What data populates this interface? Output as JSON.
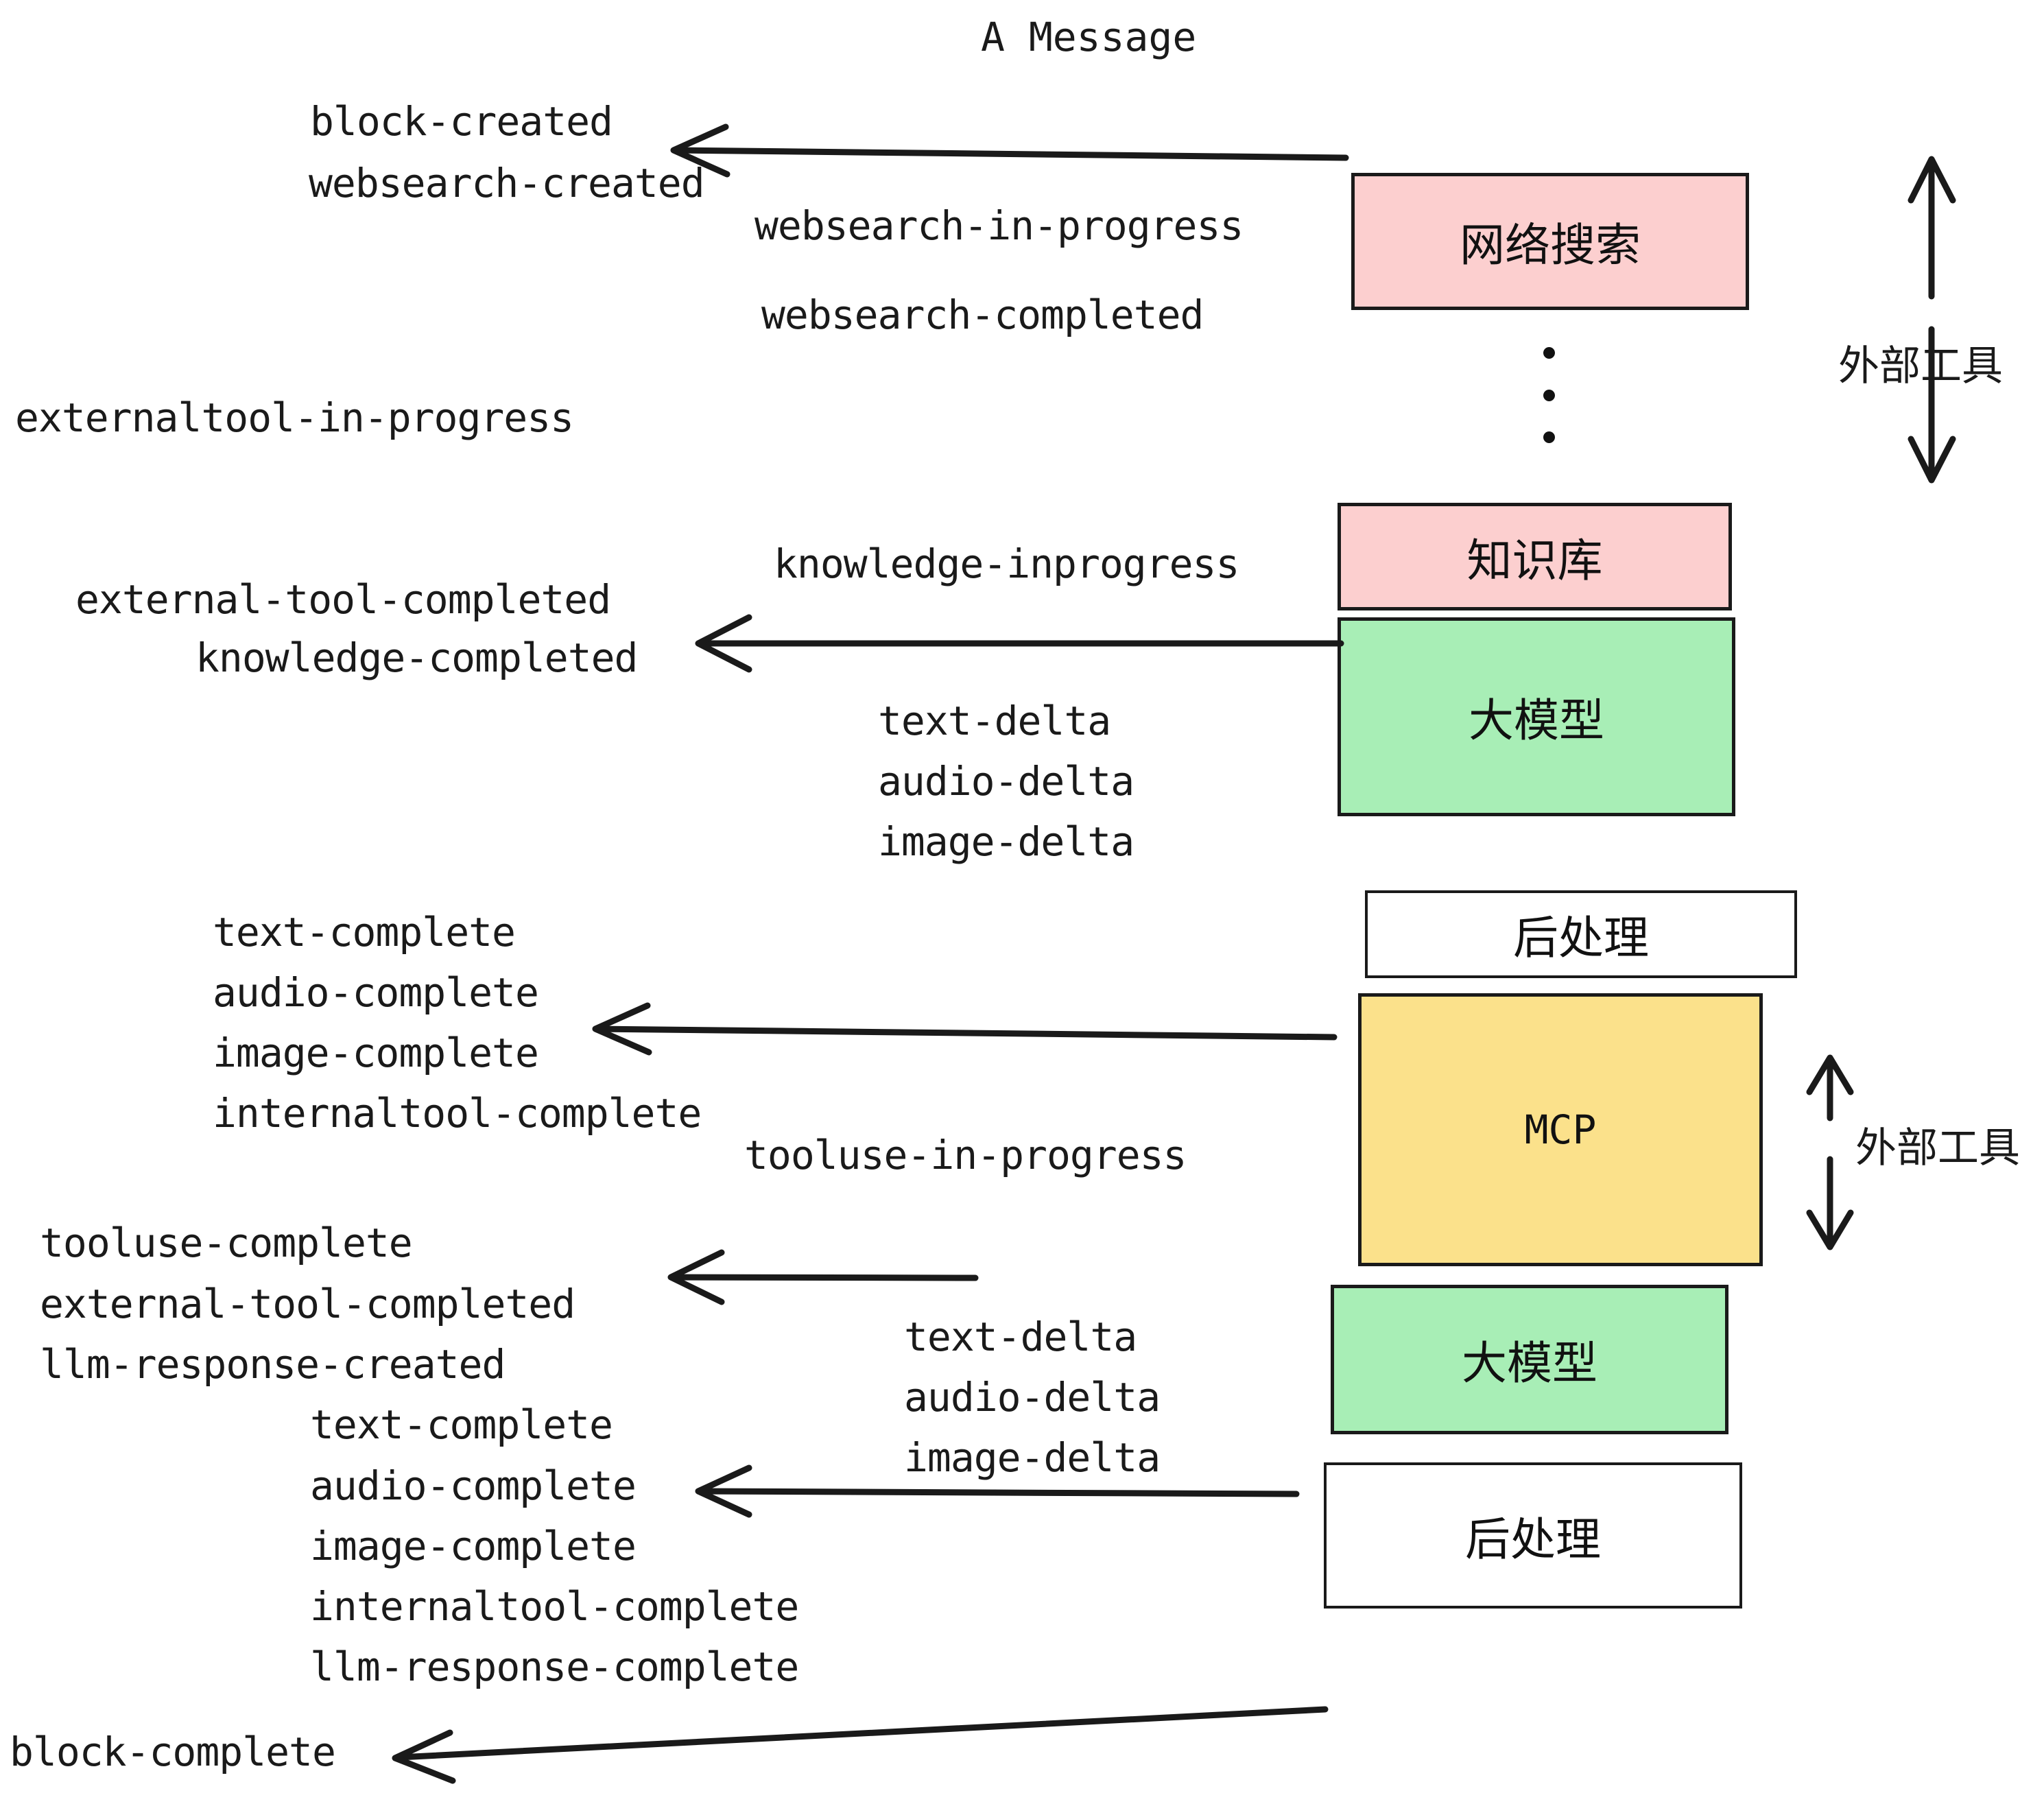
{
  "diagram": {
    "title": "A Message",
    "colors": {
      "websearch_fill": "#fccfcf",
      "knowledge_fill": "#fccfcf",
      "llm_fill": "#a8eeb6",
      "mcp_fill": "#fbe18b",
      "postprocess_fill": "#ffffff",
      "stroke": "#1a1a1a",
      "text": "#1a1a1a",
      "background": "#ffffff"
    },
    "nodes": [
      {
        "id": "websearch",
        "label": "网络搜索",
        "fill": "#fccfcf"
      },
      {
        "id": "knowledge",
        "label": "知识库",
        "fill": "#fccfcf"
      },
      {
        "id": "llm-first",
        "label": "大模型",
        "fill": "#a8eeb6"
      },
      {
        "id": "postprocess-first",
        "label": "后处理",
        "fill": "#ffffff"
      },
      {
        "id": "mcp",
        "label": "MCP",
        "fill": "#fbe18b"
      },
      {
        "id": "llm-second",
        "label": "大模型",
        "fill": "#a8eeb6"
      },
      {
        "id": "postprocess-second",
        "label": "后处理",
        "fill": "#ffffff"
      }
    ],
    "side_labels": [
      {
        "id": "external-tools-top",
        "label": "外部工具"
      },
      {
        "id": "external-tools-bottom",
        "label": "外部工具"
      }
    ],
    "events": [
      {
        "id": "block-created",
        "label": "block-created"
      },
      {
        "id": "websearch-created",
        "label": "websearch-created"
      },
      {
        "id": "websearch-in-progress",
        "label": "websearch-in-progress"
      },
      {
        "id": "websearch-completed",
        "label": "websearch-completed"
      },
      {
        "id": "externaltool-in-progress",
        "label": "externaltool-in-progress"
      },
      {
        "id": "knowledge-inprogress",
        "label": "knowledge-inprogress"
      },
      {
        "id": "external-tool-completed-1",
        "label": "external-tool-completed"
      },
      {
        "id": "knowledge-completed",
        "label": "knowledge-completed"
      },
      {
        "id": "text-delta-1",
        "label": "text-delta"
      },
      {
        "id": "audio-delta-1",
        "label": "audio-delta"
      },
      {
        "id": "image-delta-1",
        "label": "image-delta"
      },
      {
        "id": "text-complete-1",
        "label": "text-complete"
      },
      {
        "id": "audio-complete-1",
        "label": "audio-complete"
      },
      {
        "id": "image-complete-1",
        "label": "image-complete"
      },
      {
        "id": "internaltool-complete-1",
        "label": "internaltool-complete"
      },
      {
        "id": "tooluse-in-progress",
        "label": "tooluse-in-progress"
      },
      {
        "id": "tooluse-complete",
        "label": "tooluse-complete"
      },
      {
        "id": "external-tool-completed-2",
        "label": "external-tool-completed"
      },
      {
        "id": "llm-response-created",
        "label": "llm-response-created"
      },
      {
        "id": "text-delta-2",
        "label": "text-delta"
      },
      {
        "id": "audio-delta-2",
        "label": "audio-delta"
      },
      {
        "id": "image-delta-2",
        "label": "image-delta"
      },
      {
        "id": "text-complete-2",
        "label": "text-complete"
      },
      {
        "id": "audio-complete-2",
        "label": "audio-complete"
      },
      {
        "id": "image-complete-2",
        "label": "image-complete"
      },
      {
        "id": "internaltool-complete-2",
        "label": "internaltool-complete"
      },
      {
        "id": "llm-response-complete",
        "label": "llm-response-complete"
      },
      {
        "id": "block-complete",
        "label": "block-complete"
      }
    ],
    "ellipsis": "⋮"
  }
}
